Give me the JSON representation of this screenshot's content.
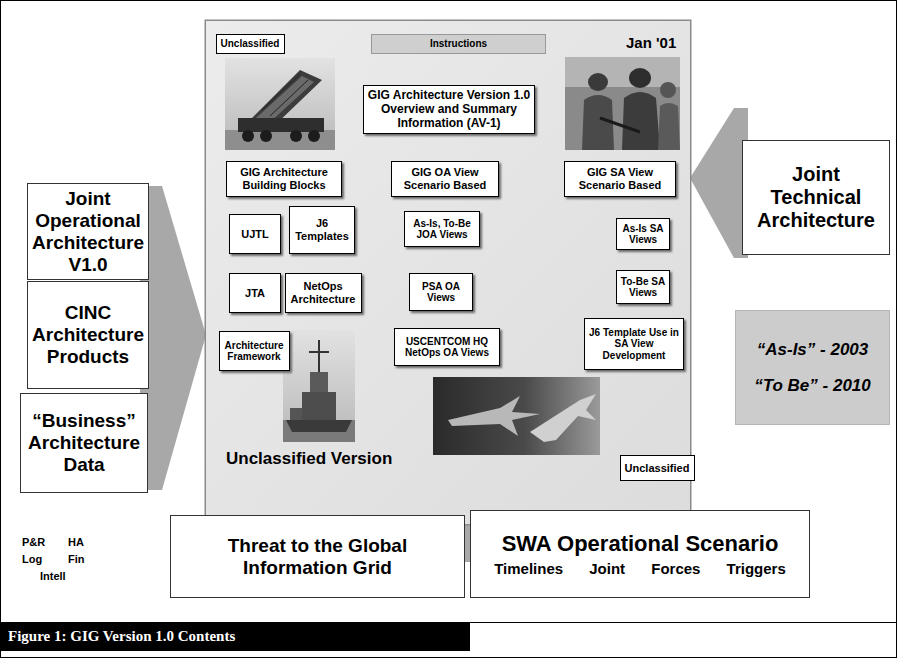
{
  "diagram": {
    "caption": "Figure 1: GIG Version 1.0 Contents",
    "nodes": [
      {
        "text": [
          "Joint Operational Architecture V1.0"
        ]
      },
      {
        "text": [
          "CINC Architecture Products"
        ]
      },
      {
        "text": [
          "“Business” Architecture Data"
        ]
      },
      {
        "text": [
          "Jan '01",
          "Unclassified Version"
        ]
      },
      {
        "text": [
          "Unclassified"
        ],
        "in": 3
      },
      {
        "text": [
          "Instructions"
        ],
        "in": 3
      },
      {
        "text": [
          "GIG Architecture Version 1.0 Overview and Summary Information (AV-1)"
        ],
        "in": 3
      },
      {
        "text": [
          "GIG Architecture Building Blocks"
        ],
        "in": 3
      },
      {
        "text": [
          "GIG OA View Scenario Based"
        ],
        "in": 3
      },
      {
        "text": [
          "GIG SA View Scenario Based"
        ],
        "in": 3
      },
      {
        "text": [
          "UJTL"
        ],
        "in": 3
      },
      {
        "text": [
          "J6 Templates"
        ],
        "in": 3
      },
      {
        "text": [
          "As-Is, To-Be JOA Views"
        ],
        "in": 3
      },
      {
        "text": [
          "As-Is SA Views"
        ],
        "in": 3
      },
      {
        "text": [
          "JTA"
        ],
        "in": 3
      },
      {
        "text": [
          "NetOps Architecture"
        ],
        "in": 3
      },
      {
        "text": [
          "PSA OA Views"
        ],
        "in": 3
      },
      {
        "text": [
          "To-Be SA Views"
        ],
        "in": 3
      },
      {
        "text": [
          "Architecture Framework"
        ],
        "in": 3
      },
      {
        "text": [
          "USCENTCOM HQ NetOps OA Views"
        ],
        "in": 3
      },
      {
        "text": [
          "J6 Template Use in SA View Development"
        ],
        "in": 3
      },
      {
        "text": [
          "Unclassified"
        ],
        "in": 3
      },
      {
        "text": [
          "Joint Technical Architecture"
        ]
      },
      {
        "text": [
          "“As-Is” - 2003",
          "“To Be” - 2010"
        ]
      },
      {
        "text": [
          "Threat to the Global Information Grid"
        ]
      },
      {
        "text": [
          "SWA Operational Scenario",
          "Timelines Joint Forces Triggers"
        ]
      }
    ],
    "labels": [
      "P&R",
      "HA",
      "Log",
      "Fin",
      "Intell"
    ]
  }
}
